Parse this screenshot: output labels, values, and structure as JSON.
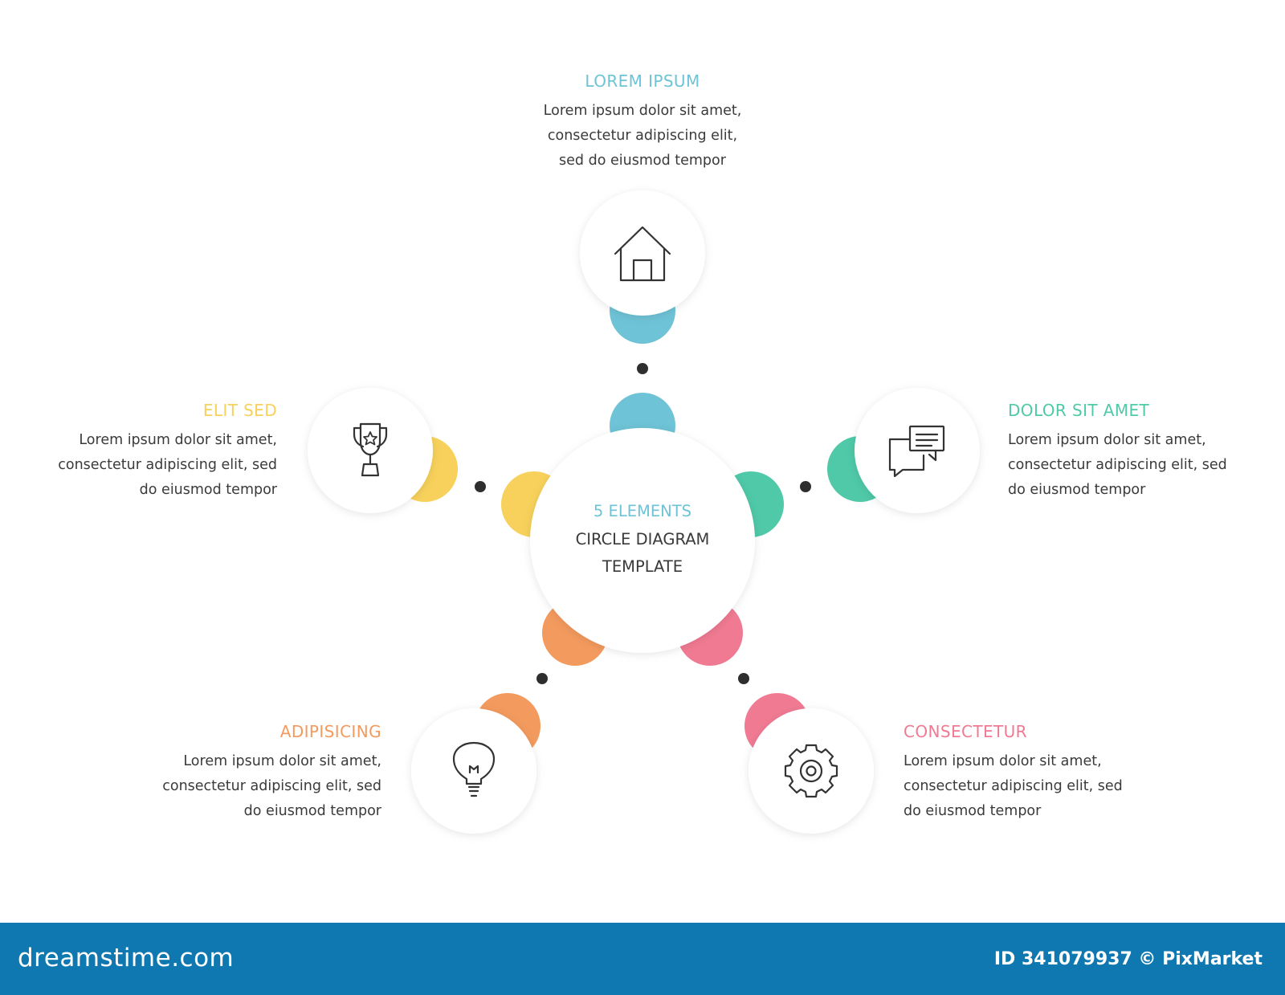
{
  "diagram": {
    "center": {
      "line1": "5 ELEMENTS",
      "line2": "CIRCLE DIAGRAM",
      "line3": "TEMPLATE"
    },
    "items": [
      {
        "key": "top",
        "title": "LOREM IPSUM",
        "color": "#6ec3d6",
        "icon": "home-icon",
        "lines": [
          "Lorem ipsum dolor sit amet,",
          "consectetur  adipiscing  elit,",
          "sed do eiusmod tempor"
        ]
      },
      {
        "key": "right",
        "title": "DOLOR SIT AMET",
        "color": "#4fc9a8",
        "icon": "chat-icon",
        "lines": [
          "Lorem ipsum dolor sit amet,",
          "consectetur adipiscing elit, sed",
          "do eiusmod tempor"
        ]
      },
      {
        "key": "bottom-right",
        "title": "CONSECTETUR",
        "color": "#f07a92",
        "icon": "gear-icon",
        "lines": [
          "Lorem ipsum dolor sit amet,",
          "consectetur adipiscing elit, sed",
          "do eiusmod tempor"
        ]
      },
      {
        "key": "bottom-left",
        "title": "ADIPISICING",
        "color": "#f39a5e",
        "icon": "lightbulb-icon",
        "lines": [
          "Lorem ipsum dolor sit amet,",
          "consectetur adipiscing elit, sed",
          "do eiusmod tempor"
        ]
      },
      {
        "key": "left",
        "title": "ELIT SED",
        "color": "#f7d15b",
        "icon": "trophy-icon",
        "lines": [
          "Lorem ipsum dolor sit amet,",
          "consectetur adipiscing elit, sed",
          "do eiusmod tempor"
        ]
      }
    ]
  },
  "footer": {
    "brand": "dreamstime.com",
    "credit": "ID 341079937 © PixMarket"
  }
}
